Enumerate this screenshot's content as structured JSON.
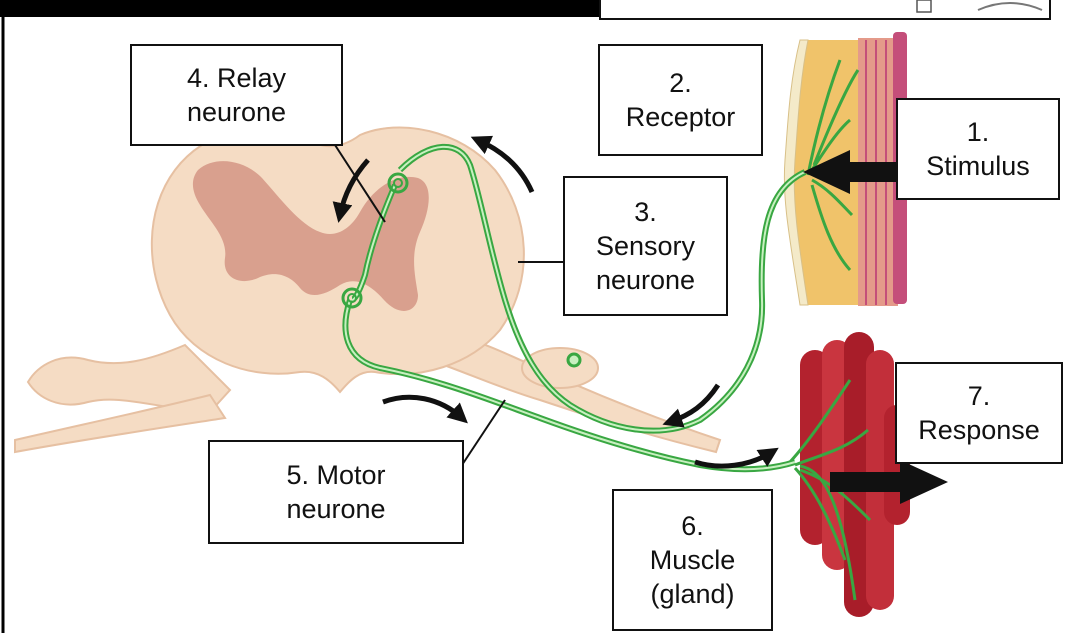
{
  "labels": {
    "relay": [
      "4. Relay",
      "neurone"
    ],
    "receptor": [
      "2.",
      "Receptor"
    ],
    "stimulus": [
      "1.",
      "Stimulus"
    ],
    "sensory": [
      "3.",
      "Sensory",
      "neurone"
    ],
    "motor": [
      "5. Motor",
      "neurone"
    ],
    "muscle": [
      "6.",
      "Muscle",
      "(gland)"
    ],
    "response": [
      "7.",
      "Response"
    ]
  },
  "colors": {
    "spinal_outer": "#f5dcc4",
    "spinal_outline": "#e6c0a2",
    "grey_matter": "#d9a08e",
    "neurone": "#39a742",
    "neurone_core": "#c8f0c0",
    "skin_outer": "#f0c36a",
    "skin_cells": "#f4eac9",
    "skin_muscle": "#c44e7a",
    "muscle_fibre": "#b3222e",
    "arrow": "#111111"
  }
}
